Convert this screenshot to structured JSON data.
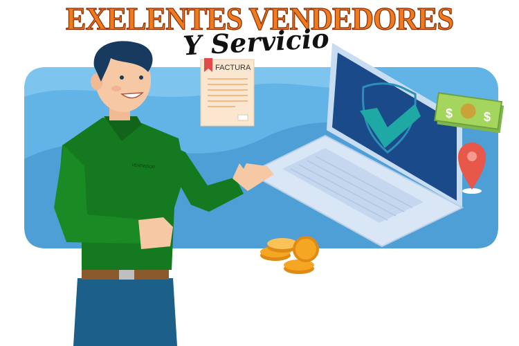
{
  "headline": {
    "title": "EXELENTES VENDEDORES",
    "subtitle": "Y Servicio"
  },
  "invoice": {
    "label": "FACTURA"
  },
  "shirt": {
    "logo_text": "VENDEDOR"
  },
  "banknote": {
    "left_symbol": "$",
    "right_symbol": "$"
  },
  "colors": {
    "background_panel": "#62b3e6",
    "laptop_screen": "#1b4a8a",
    "checkmark": "#1fa9a4",
    "shirt": "#157a1f",
    "title_orange": "#f07a1e",
    "coin": "#f5a623",
    "pin": "#e7574a",
    "money": "#a4d65e"
  },
  "icons": [
    "shield-check-icon",
    "location-pin-icon",
    "dollar-bill-icon",
    "coin-stack-icon",
    "invoice-document-icon"
  ]
}
